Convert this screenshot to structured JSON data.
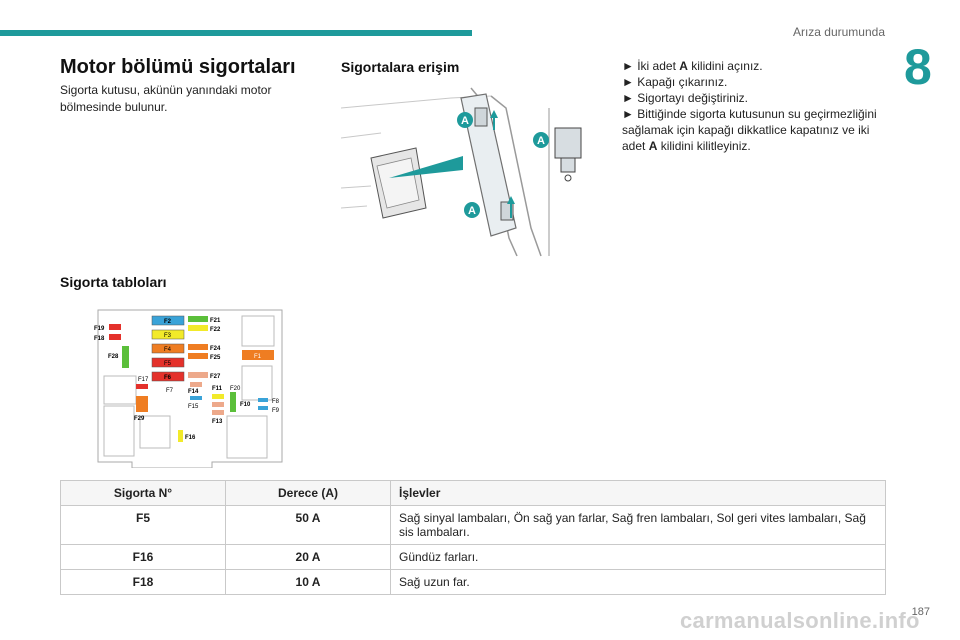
{
  "header": {
    "section": "Arıza durumunda",
    "chapter": "8"
  },
  "title": "Motor bölümü sigortaları",
  "intro": "Sigorta kutusu, akünün yanındaki motor bölmesinde bulunur.",
  "access": {
    "heading": "Sigortalara erişim",
    "steps": [
      {
        "bullet": "►",
        "pre": " İki adet ",
        "bold": "A",
        "post": " kilidini açınız."
      },
      {
        "bullet": "►",
        "pre": " Kapağı çıkarınız.",
        "bold": "",
        "post": ""
      },
      {
        "bullet": "►",
        "pre": " Sigortayı değiştiriniz.",
        "bold": "",
        "post": ""
      },
      {
        "bullet": "►",
        "pre": " Bittiğinde sigorta kutusunun su geçirmezliğini sağlamak için kapağı dikkatlice kapatınız ve iki adet ",
        "bold": "A",
        "post": " kilidini kilitleyiniz."
      }
    ],
    "figure_labels": [
      "A",
      "A",
      "A"
    ]
  },
  "tables_heading": "Sigorta tabloları",
  "diagram_labels": {
    "F1": "F1",
    "F2": "F2",
    "F3": "F3",
    "F4": "F4",
    "F5": "F5",
    "F6": "F6",
    "F7": "F7",
    "F8": "F8",
    "F9": "F9",
    "F10": "F10",
    "F11": "F11",
    "F13": "F13",
    "F14": "F14",
    "F15": "F15",
    "F16": "F16",
    "F17": "F17",
    "F18": "F18",
    "F19": "F19",
    "F20": "F20",
    "F21": "F21",
    "F22": "F22",
    "F24": "F24",
    "F25": "F25",
    "F27": "F27",
    "F28": "F28",
    "F29": "F29"
  },
  "fuse_table": {
    "headers": [
      "Sigorta N°",
      "Derece (A)",
      "İşlevler"
    ],
    "rows": [
      [
        "F5",
        "50 A",
        "Sağ sinyal lambaları, Ön sağ yan farlar, Sağ fren lambaları, Sol geri vites lambaları, Sağ sis lambaları."
      ],
      [
        "F16",
        "20 A",
        "Gündüz farları."
      ],
      [
        "F18",
        "10 A",
        "Sağ uzun far."
      ]
    ]
  },
  "footer": {
    "page": "187",
    "watermark": "carmanualsonline.info"
  },
  "colors": {
    "accent": "#1e9a9b",
    "fuse_blue": "#3aa3d8",
    "fuse_yellow": "#f2ea2a",
    "fuse_red": "#e4312b",
    "fuse_orange": "#ef7d22",
    "fuse_green": "#5bbf3a",
    "fuse_salmon": "#eda98b"
  }
}
